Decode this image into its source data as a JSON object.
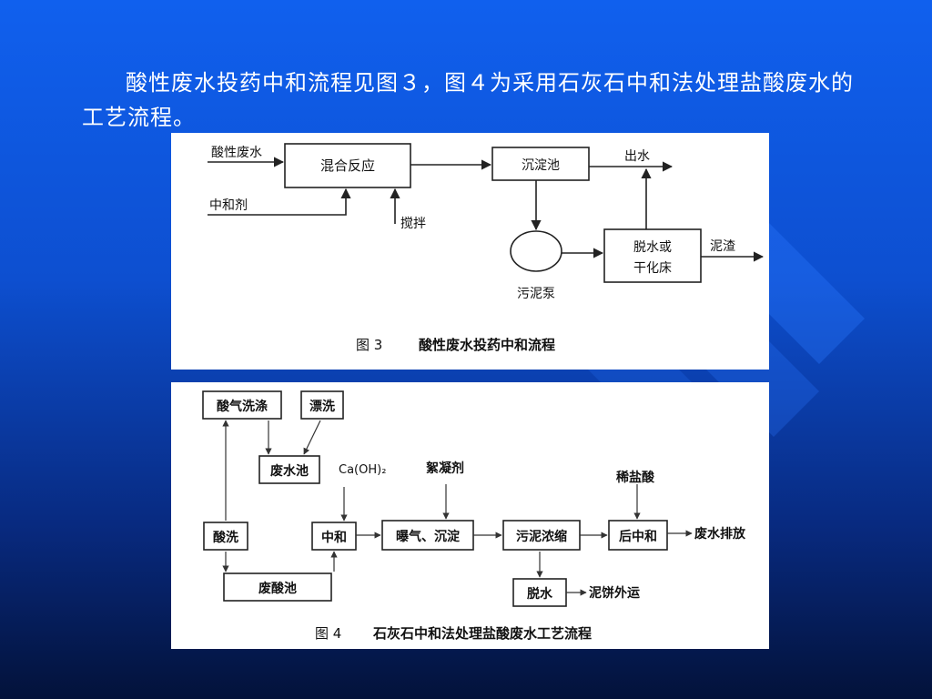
{
  "slide": {
    "intro_text": "酸性废水投药中和流程见图３，图４为采用石灰石中和法处理盐酸废水的工艺流程。",
    "background_color": "#0d4fd0",
    "text_color": "#ffffff"
  },
  "figure3": {
    "nodes": {
      "acid_wastewater": "酸性废水",
      "mixing_reaction": "混合反应",
      "neutralizer": "中和剂",
      "stirring": "搅拌",
      "sedimentation_tank": "沉淀池",
      "effluent": "出水",
      "sludge_pump": "污泥泵",
      "dewater_line1": "脱水或",
      "dewater_line2": "干化床",
      "sludge_residue": "泥渣"
    },
    "caption_number": "图 3",
    "caption_title": "酸性废水投药中和流程"
  },
  "figure4": {
    "nodes": {
      "acid_gas_scrubbing": "酸气洗涤",
      "rinsing": "漂洗",
      "wastewater_pool": "废水池",
      "calcium_hydroxide": "Ca(OH)₂",
      "flocculant": "絮凝剂",
      "dilute_hcl": "稀盐酸",
      "acid_washing": "酸洗",
      "neutralization": "中和",
      "aeration_settling": "曝气、沉淀",
      "sludge_thickening": "污泥浓缩",
      "post_neutralization": "后中和",
      "wastewater_discharge": "废水排放",
      "waste_acid_pool": "废酸池",
      "dewatering": "脱水",
      "sludge_cake_export": "泥饼外运"
    },
    "caption_number": "图 4",
    "caption_title": "石灰石中和法处理盐酸废水工艺流程"
  }
}
